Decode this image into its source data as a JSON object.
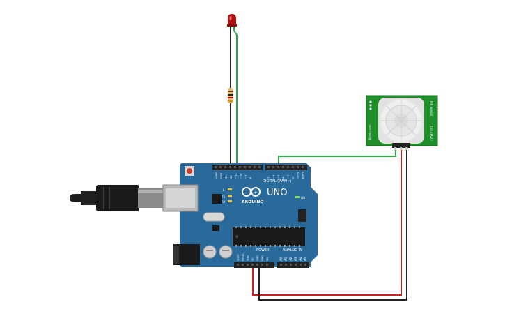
{
  "board": {
    "logo": "UNO",
    "brand": "ARDUINO",
    "digital_label": "DIGITAL (PWM~)",
    "power_label": "POWER",
    "analog_label": "ANALOG IN",
    "on_label": "ON",
    "led_labels": {
      "l": "L",
      "tx": "TX",
      "rx": "RX"
    },
    "top_pins": [
      "AREF",
      "GND",
      "13",
      "12",
      "~11",
      "~10",
      "~9",
      "8",
      "7",
      "~6",
      "~5",
      "4",
      "~3",
      "2",
      "TX→1",
      "RX←0"
    ],
    "power_pins": [
      "IOREF",
      "RESET",
      "3.3V",
      "5V",
      "GND",
      "GND",
      "Vin"
    ],
    "analog_pins": [
      "A0",
      "A1",
      "A2",
      "A3",
      "A4",
      "A5"
    ]
  },
  "sensor": {
    "label_left": "Pololu.com",
    "label_right": "555-28027",
    "label_top": "PIR Sensor",
    "pin_label": "- + ~"
  },
  "colors": {
    "board": "#2a6a9a",
    "board_dark": "#1f5580",
    "sensor_pcb": "#1f8f2a",
    "wire_green": "#2fa84a",
    "wire_red": "#c91e1e",
    "wire_black": "#222222",
    "led_red": "#b01010",
    "header": "#222222"
  }
}
